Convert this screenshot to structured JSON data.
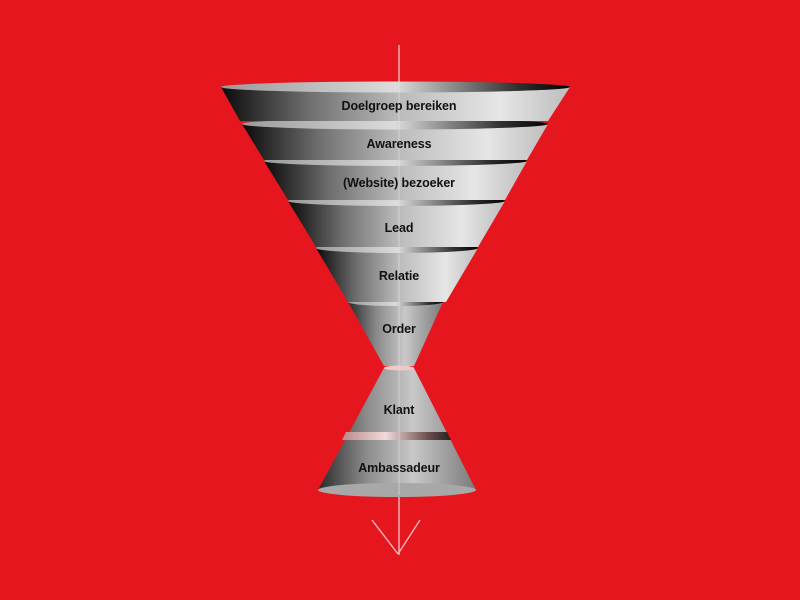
{
  "diagram": {
    "type": "funnel",
    "background_color": "#E5161E",
    "stages": [
      {
        "label": "Doelgroep bereiken"
      },
      {
        "label": "Awareness"
      },
      {
        "label": "(Website) bezoeker"
      },
      {
        "label": "Lead"
      },
      {
        "label": "Relatie"
      },
      {
        "label": "Order"
      },
      {
        "label": "Klant"
      },
      {
        "label": "Ambassadeur"
      }
    ],
    "arrow": {
      "direction": "down",
      "icon": "arrow-down-icon"
    }
  }
}
